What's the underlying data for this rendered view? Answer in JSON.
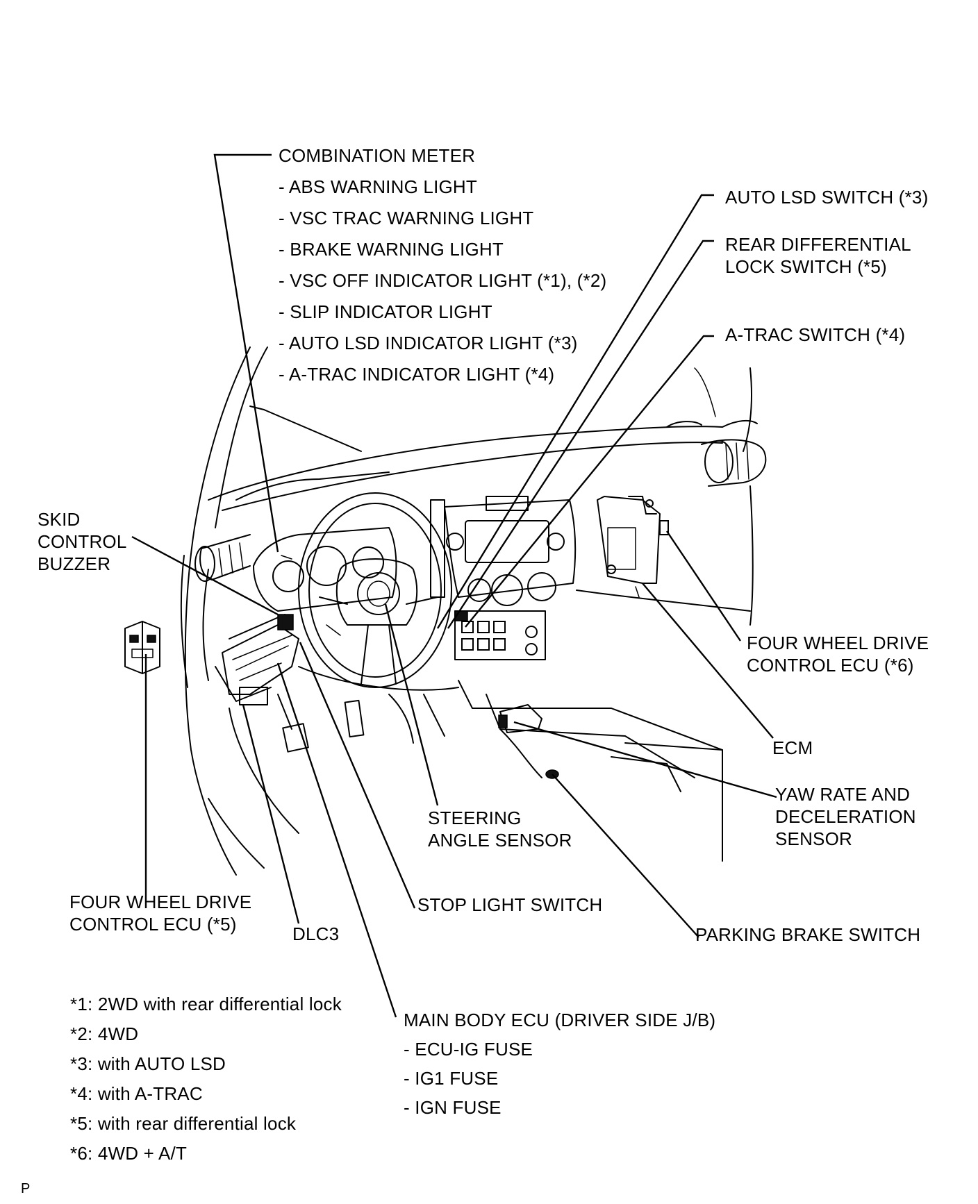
{
  "combination_meter": {
    "title": "COMBINATION METER",
    "items": [
      "- ABS WARNING LIGHT",
      "- VSC TRAC WARNING LIGHT",
      "- BRAKE WARNING LIGHT",
      "- VSC OFF INDICATOR LIGHT (*1), (*2)",
      "- SLIP INDICATOR LIGHT",
      "- AUTO LSD INDICATOR LIGHT (*3)",
      "- A-TRAC INDICATOR LIGHT (*4)"
    ]
  },
  "auto_lsd_switch": "AUTO LSD SWITCH (*3)",
  "rear_diff_lock_switch": [
    "REAR DIFFERENTIAL",
    "LOCK SWITCH (*5)"
  ],
  "atrac_switch": "A-TRAC SWITCH (*4)",
  "skid_control_buzzer": [
    "SKID",
    "CONTROL",
    "BUZZER"
  ],
  "fwd_ecu_6": [
    "FOUR WHEEL DRIVE",
    "CONTROL ECU (*6)"
  ],
  "ecm": "ECM",
  "yaw_rate_sensor": [
    "YAW RATE AND",
    "DECELERATION",
    "SENSOR"
  ],
  "steering_angle_sensor": [
    "STEERING",
    "ANGLE SENSOR"
  ],
  "stop_light_switch": "STOP LIGHT SWITCH",
  "parking_brake_switch": "PARKING BRAKE SWITCH",
  "fwd_ecu_5": [
    "FOUR WHEEL DRIVE",
    "CONTROL ECU (*5)"
  ],
  "dlc3": "DLC3",
  "main_body_ecu": {
    "title": "MAIN BODY ECU (DRIVER SIDE J/B)",
    "items": [
      "- ECU-IG FUSE",
      "- IG1 FUSE",
      "- IGN FUSE"
    ]
  },
  "notes": [
    "*1: 2WD with rear differential lock",
    "*2: 4WD",
    "*3: with AUTO LSD",
    "*4: with A-TRAC",
    "*5: with rear differential lock",
    "*6: 4WD + A/T"
  ],
  "page_marker": "P"
}
